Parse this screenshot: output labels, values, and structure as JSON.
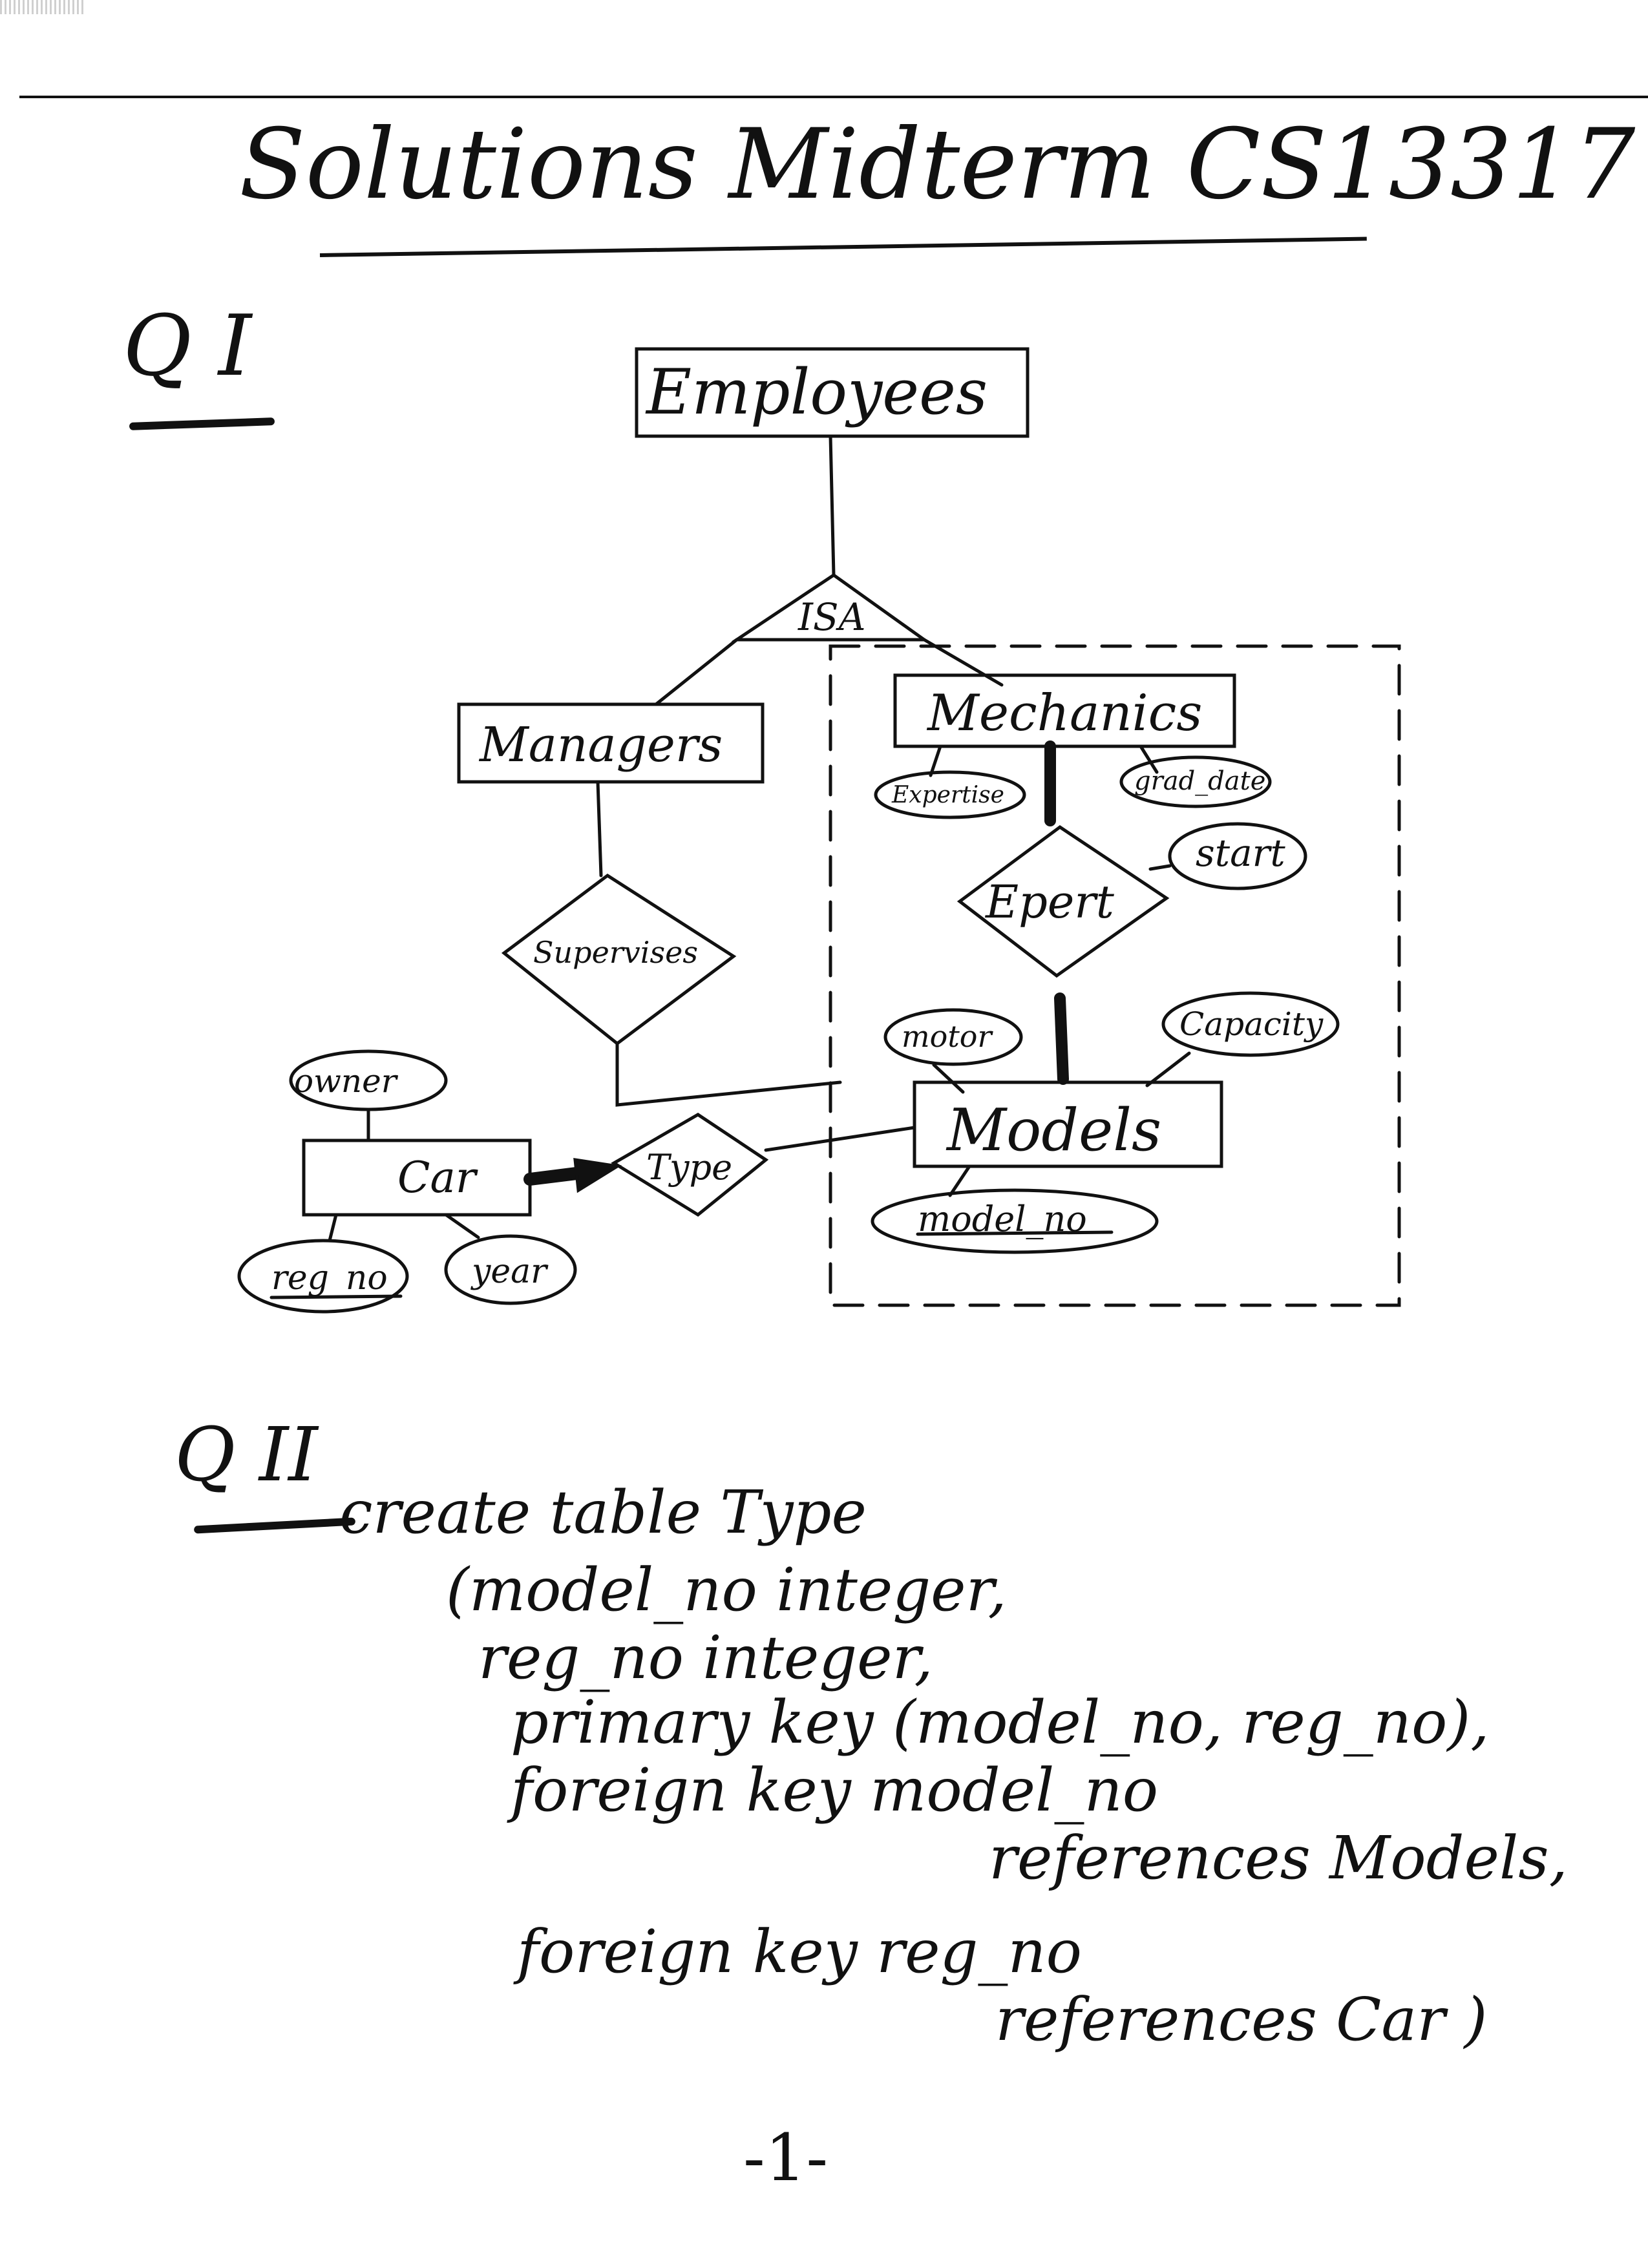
{
  "title": "Solutions Midterm CS13317",
  "q1": {
    "label": "Q I",
    "entities": {
      "employees": "Employees",
      "managers": "Managers",
      "mechanics": "Mechanics",
      "models": "Models",
      "car": "Car"
    },
    "relationships": {
      "isa": "ISA",
      "supervises": "Supervises",
      "expert": "Epert",
      "type": "Type"
    },
    "attributes": {
      "expertise": "Expertise",
      "grad_date": "grad_date",
      "start": "start",
      "motor": "motor",
      "capacity": "Capacity",
      "model_no": "model_no",
      "owner": "owner",
      "reg_no": "reg_no",
      "year": "year"
    }
  },
  "q2": {
    "label": "Q II",
    "lines": [
      "create table Type",
      "(model_no integer,",
      "reg_no integer,",
      "primary key (model_no, reg_no),",
      "foreign key model_no",
      "references Models,",
      "foreign key reg_no",
      "references Car )"
    ]
  },
  "footer": {
    "page_number": "-1-"
  }
}
